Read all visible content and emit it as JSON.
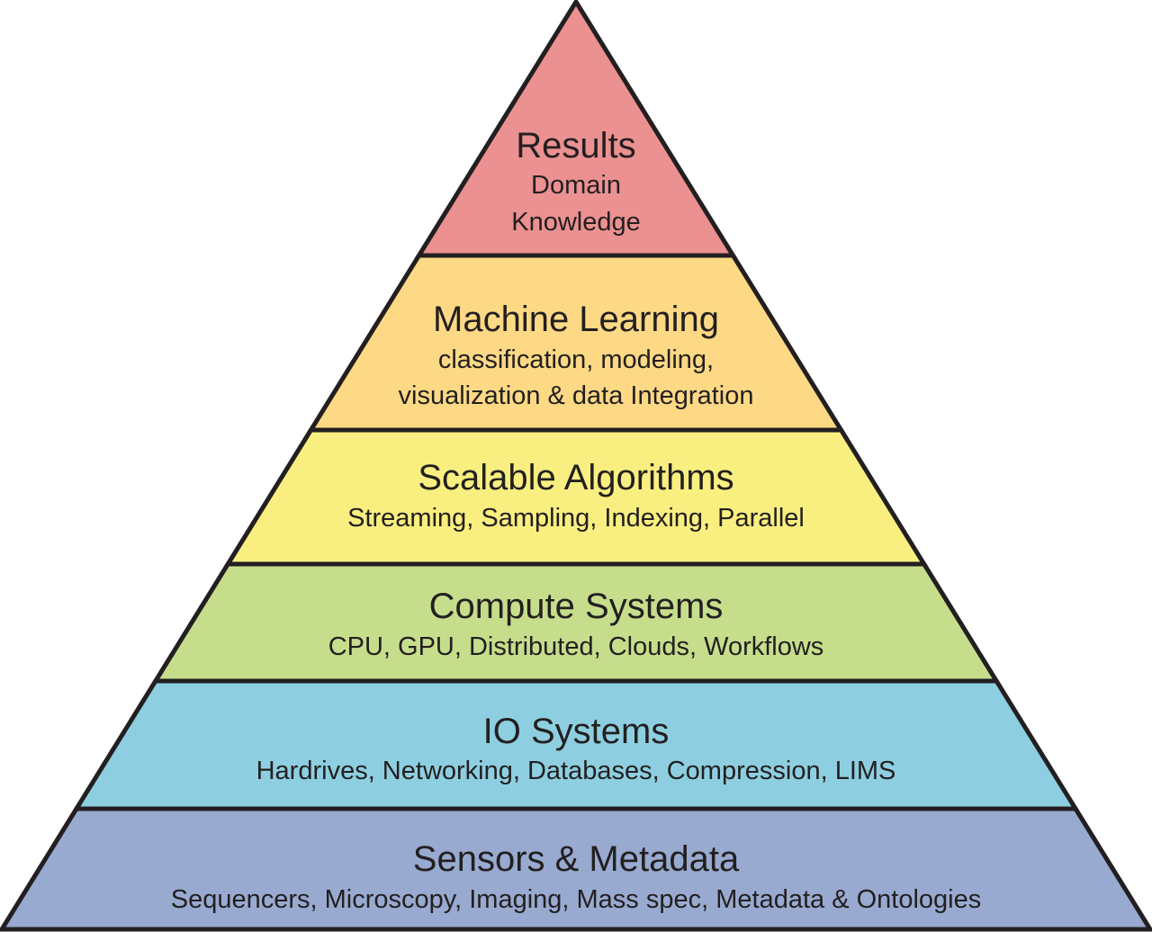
{
  "pyramid": {
    "layers": [
      {
        "title": "Results",
        "subtitle_lines": [
          "Domain",
          "Knowledge"
        ],
        "color": "#eb9191"
      },
      {
        "title": "Machine Learning",
        "subtitle_lines": [
          "classification, modeling,",
          "visualization & data Integration"
        ],
        "color": "#fdd985"
      },
      {
        "title": "Scalable Algorithms",
        "subtitle_lines": [
          "Streaming, Sampling, Indexing, Parallel"
        ],
        "color": "#f8ef80"
      },
      {
        "title": "Compute Systems",
        "subtitle_lines": [
          "CPU, GPU, Distributed, Clouds, Workflows"
        ],
        "color": "#c6de8c"
      },
      {
        "title": "IO Systems",
        "subtitle_lines": [
          "Hardrives, Networking, Databases, Compression, LIMS"
        ],
        "color": "#8dcfe0"
      },
      {
        "title": "Sensors & Metadata",
        "subtitle_lines": [
          "Sequencers, Microscopy, Imaging, Mass spec, Metadata & Ontologies"
        ],
        "color": "#98aad0"
      }
    ]
  }
}
